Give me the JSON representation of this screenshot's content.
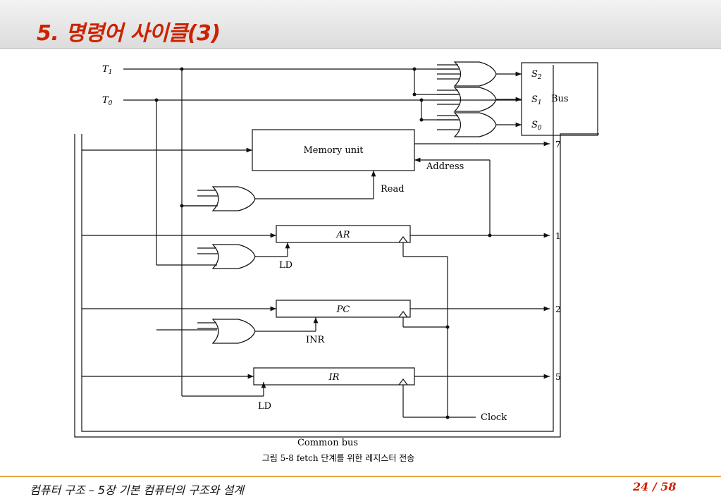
{
  "slide": {
    "title": "5. 명령어 사이클(3)",
    "footer": "컴퓨터 구조 – 5장 기본 컴퓨터의 구조와 설계",
    "page": "24 / 58"
  },
  "colors": {
    "title": "#cc2200",
    "accent_line": "#e8a23a",
    "ink": "#111111"
  },
  "diagram": {
    "caption": "그림 5-8  fetch 단계를 위한 레지스터 전송",
    "labels": {
      "t1": "T",
      "t1_sub": "1",
      "t0": "T",
      "t0_sub": "0",
      "s2": "S",
      "s2_sub": "2",
      "s1": "S",
      "s1_sub": "1",
      "s0": "S",
      "s0_sub": "0",
      "bus": "Bus",
      "memory": "Memory unit",
      "address": "Address",
      "read": "Read",
      "ar": "AR",
      "pc": "PC",
      "ir": "IR",
      "ld_ar": "LD",
      "inr": "INR",
      "ld_ir": "LD",
      "clock": "Clock",
      "common_bus": "Common bus",
      "n7": "7",
      "n1": "1",
      "n2": "2",
      "n5": "5"
    }
  }
}
